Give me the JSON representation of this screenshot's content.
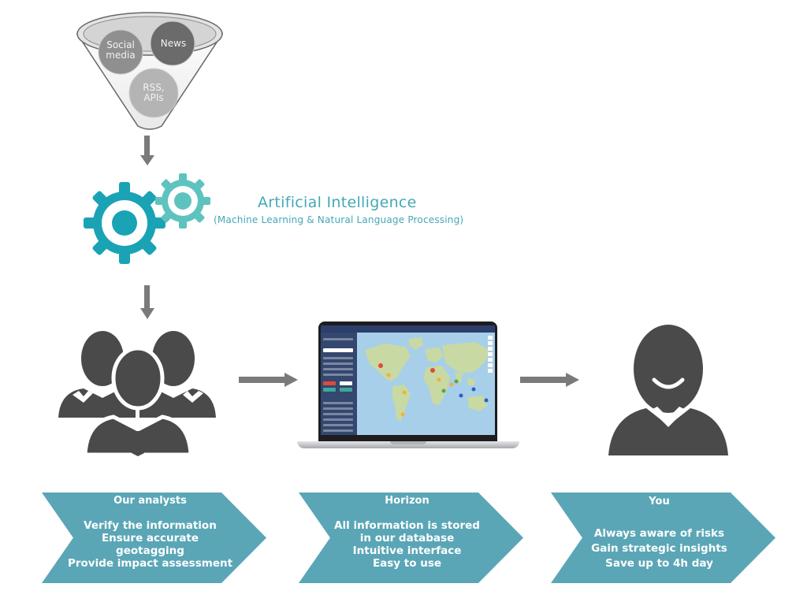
{
  "funnel": {
    "sources": [
      "Social media",
      "News",
      "RSS, APIs"
    ],
    "social_line1": "Social",
    "social_line2": "media",
    "news": "News",
    "rss_line1": "RSS,",
    "rss_line2": "APIs"
  },
  "ai": {
    "title": "Artificial Intelligence",
    "subtitle": "(Machine Learning & Natural Language Processing)"
  },
  "stages": [
    {
      "title": "Our analysts",
      "lines": [
        "Verify the information",
        "Ensure accurate",
        "geotagging",
        "Provide impact assessment"
      ]
    },
    {
      "title": "Horizon",
      "lines": [
        "All information is stored",
        "in our database",
        "Intuitive interface",
        "Easy to use"
      ]
    },
    {
      "title": "You",
      "lines": [
        "Always aware of risks",
        "Gain strategic insights",
        "Save up to 4h day"
      ]
    }
  ],
  "colors": {
    "teal": "#5aa6b6",
    "gear_dark": "#1aa3b5",
    "gear_light": "#5ec3bf",
    "person_gray": "#4a4a4a",
    "arrow_gray": "#7a7a7a"
  }
}
